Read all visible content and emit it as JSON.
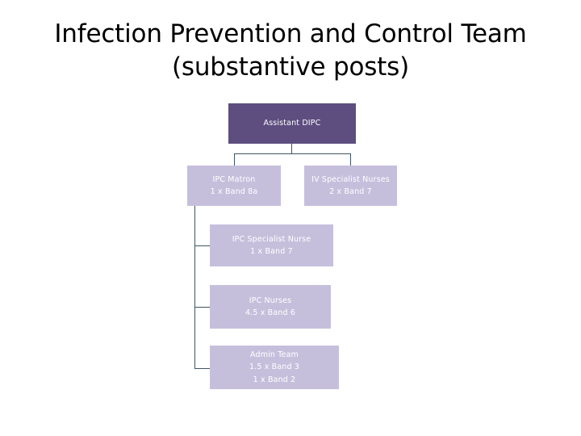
{
  "slide": {
    "title_line_1": "Infection Prevention and Control Team",
    "title_line_2": "(substantive posts)",
    "background_color": "#FFFFFF"
  },
  "colors": {
    "root_box": "#5D4E7F",
    "sub_box": "#C6BFDC",
    "box_text": "#FFFFFF",
    "connector": "#3F5564",
    "title_text": "#000000"
  },
  "org_chart": {
    "type": "hierarchy",
    "root": {
      "id": "assistant-dipc",
      "title": "Assistant DIPC",
      "lines": [
        "Assistant DIPC"
      ],
      "style": "root"
    },
    "level_two": [
      {
        "id": "ipc-matron",
        "title": "IPC Matron",
        "lines": [
          "IPC Matron",
          "1 x Band 8a"
        ],
        "role": "IPC Matron",
        "headcount": "1",
        "band": "Band 8a",
        "style": "sub"
      },
      {
        "id": "iv-specialist-nurses",
        "title": "IV Specialist Nurses",
        "lines": [
          "IV Specialist Nurses",
          "2 x Band 7"
        ],
        "role": "IV Specialist Nurses",
        "headcount": "2",
        "band": "Band 7",
        "style": "sub"
      }
    ],
    "level_three": [
      {
        "id": "ipc-specialist-nurse",
        "title": "IPC Specialist Nurse",
        "lines": [
          "IPC Specialist Nurse",
          "1 x Band 7"
        ],
        "role": "IPC Specialist Nurse",
        "headcount": "1",
        "band": "Band 7",
        "style": "sub",
        "reports_to": "ipc-matron"
      },
      {
        "id": "ipc-nurses",
        "title": "IPC Nurses",
        "lines": [
          "IPC Nurses",
          "4.5 x Band 6"
        ],
        "role": "IPC Nurses",
        "headcount": "4.5",
        "band": "Band 6",
        "style": "sub",
        "reports_to": "ipc-matron"
      },
      {
        "id": "admin-team",
        "title": "Admin Team",
        "lines": [
          "Admin Team",
          "1.5 x Band 3",
          "1 x Band 2"
        ],
        "role": "Admin Team",
        "headcount": "1.5 / 1",
        "band": "Band 3 / Band 2",
        "style": "sub",
        "reports_to": "ipc-matron"
      }
    ]
  }
}
